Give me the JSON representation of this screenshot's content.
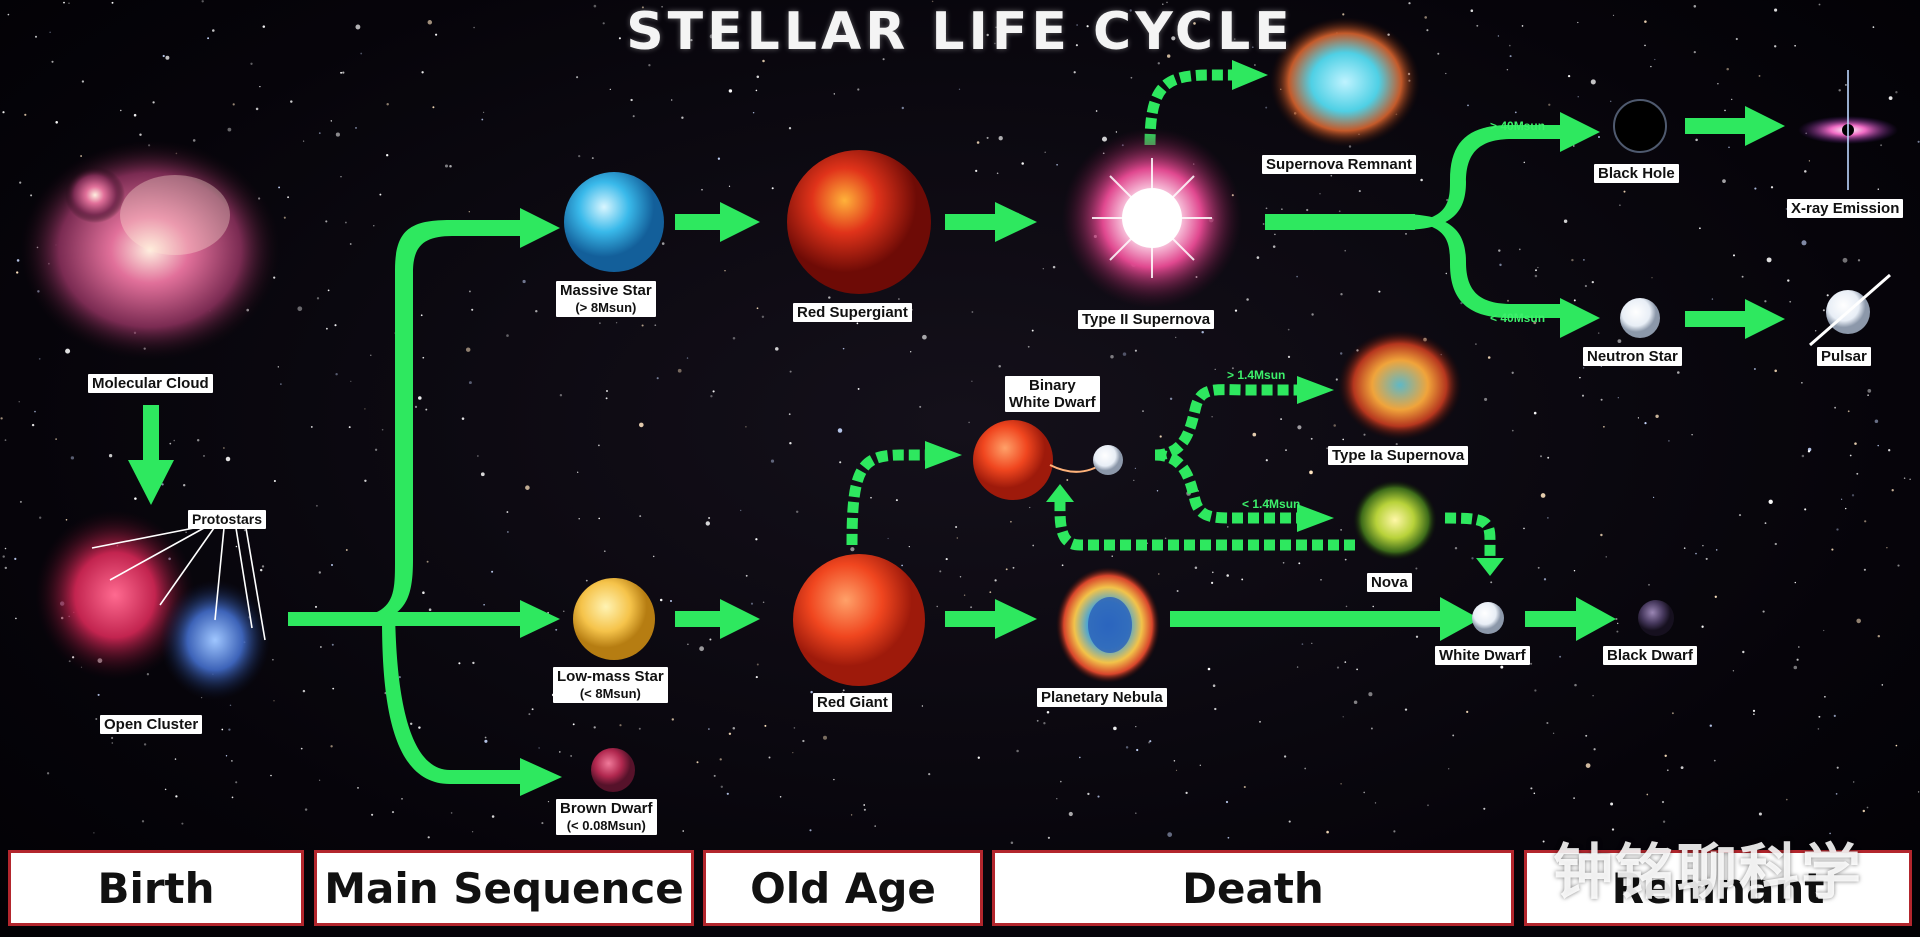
{
  "title": "STELLAR LIFE CYCLE",
  "colors": {
    "arrow": "#2ee85f",
    "band_border": "#b3262d",
    "background": "#050307"
  },
  "objects": {
    "molecular_cloud": "Molecular Cloud",
    "protostars": "Protostars",
    "open_cluster": "Open Cluster",
    "massive_star": {
      "name": "Massive Star",
      "mass": "(> 8Msun)"
    },
    "low_mass_star": {
      "name": "Low-mass Star",
      "mass": "(< 8Msun)"
    },
    "brown_dwarf": {
      "name": "Brown Dwarf",
      "mass": "(< 0.08Msun)"
    },
    "red_supergiant": "Red Supergiant",
    "red_giant": "Red Giant",
    "type_ii_supernova": "Type II Supernova",
    "supernova_remnant": "Supernova Remnant",
    "binary_white_dwarf_line1": "Binary",
    "binary_white_dwarf_line2": "White Dwarf",
    "type_ia_supernova": "Type Ia Supernova",
    "nova": "Nova",
    "planetary_nebula": "Planetary Nebula",
    "white_dwarf": "White Dwarf",
    "black_dwarf": "Black Dwarf",
    "black_hole": "Black Hole",
    "neutron_star": "Neutron Star",
    "xray_emission": "X-ray Emission",
    "pulsar": "Pulsar"
  },
  "path_labels": {
    "gt_40": "> 40Msun",
    "lt_40": "< 40Msun",
    "gt_1_4": "> 1.4Msun",
    "lt_1_4": "< 1.4Msun"
  },
  "stages": [
    "Birth",
    "Main Sequence",
    "Old Age",
    "Death",
    "Remnant"
  ],
  "watermark": "钟铭聊科学"
}
